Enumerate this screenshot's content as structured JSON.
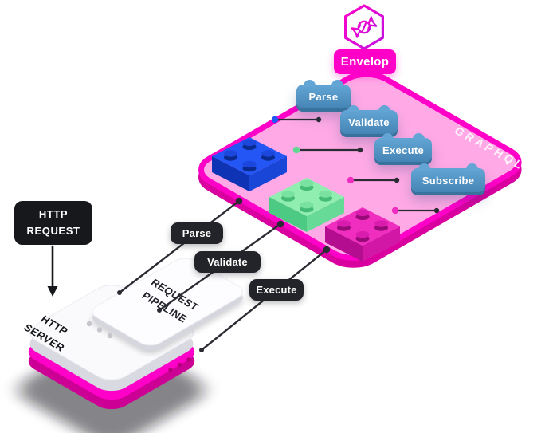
{
  "logo": {
    "icon": "candy-hexagon-icon"
  },
  "envelop": {
    "badge_label": "Envelop",
    "panel_title": "GRAPHQL",
    "plugins": [
      {
        "label": "Parse"
      },
      {
        "label": "Validate"
      },
      {
        "label": "Execute"
      },
      {
        "label": "Subscribe"
      }
    ]
  },
  "request_flow": {
    "http_request": {
      "line1": "HTTP",
      "line2": "REQUEST"
    },
    "http_server": {
      "line1": "HTTP",
      "line2": "SERVER"
    },
    "request_pipeline": {
      "line1": "REQUEST",
      "line2": "PIPELINE"
    },
    "stages": [
      {
        "label": "Parse"
      },
      {
        "label": "Validate"
      },
      {
        "label": "Execute"
      }
    ]
  },
  "colors": {
    "magenta": "#ff00c8",
    "panel_fill": "#ffaae6",
    "dark_badge": "#23242a",
    "plugin_badge_blue": "#4f8fc2",
    "brick_blue": "#2456f5",
    "brick_green": "#8feeb0",
    "brick_pink": "#ef2ec0",
    "surface_white": "#fafafc"
  }
}
